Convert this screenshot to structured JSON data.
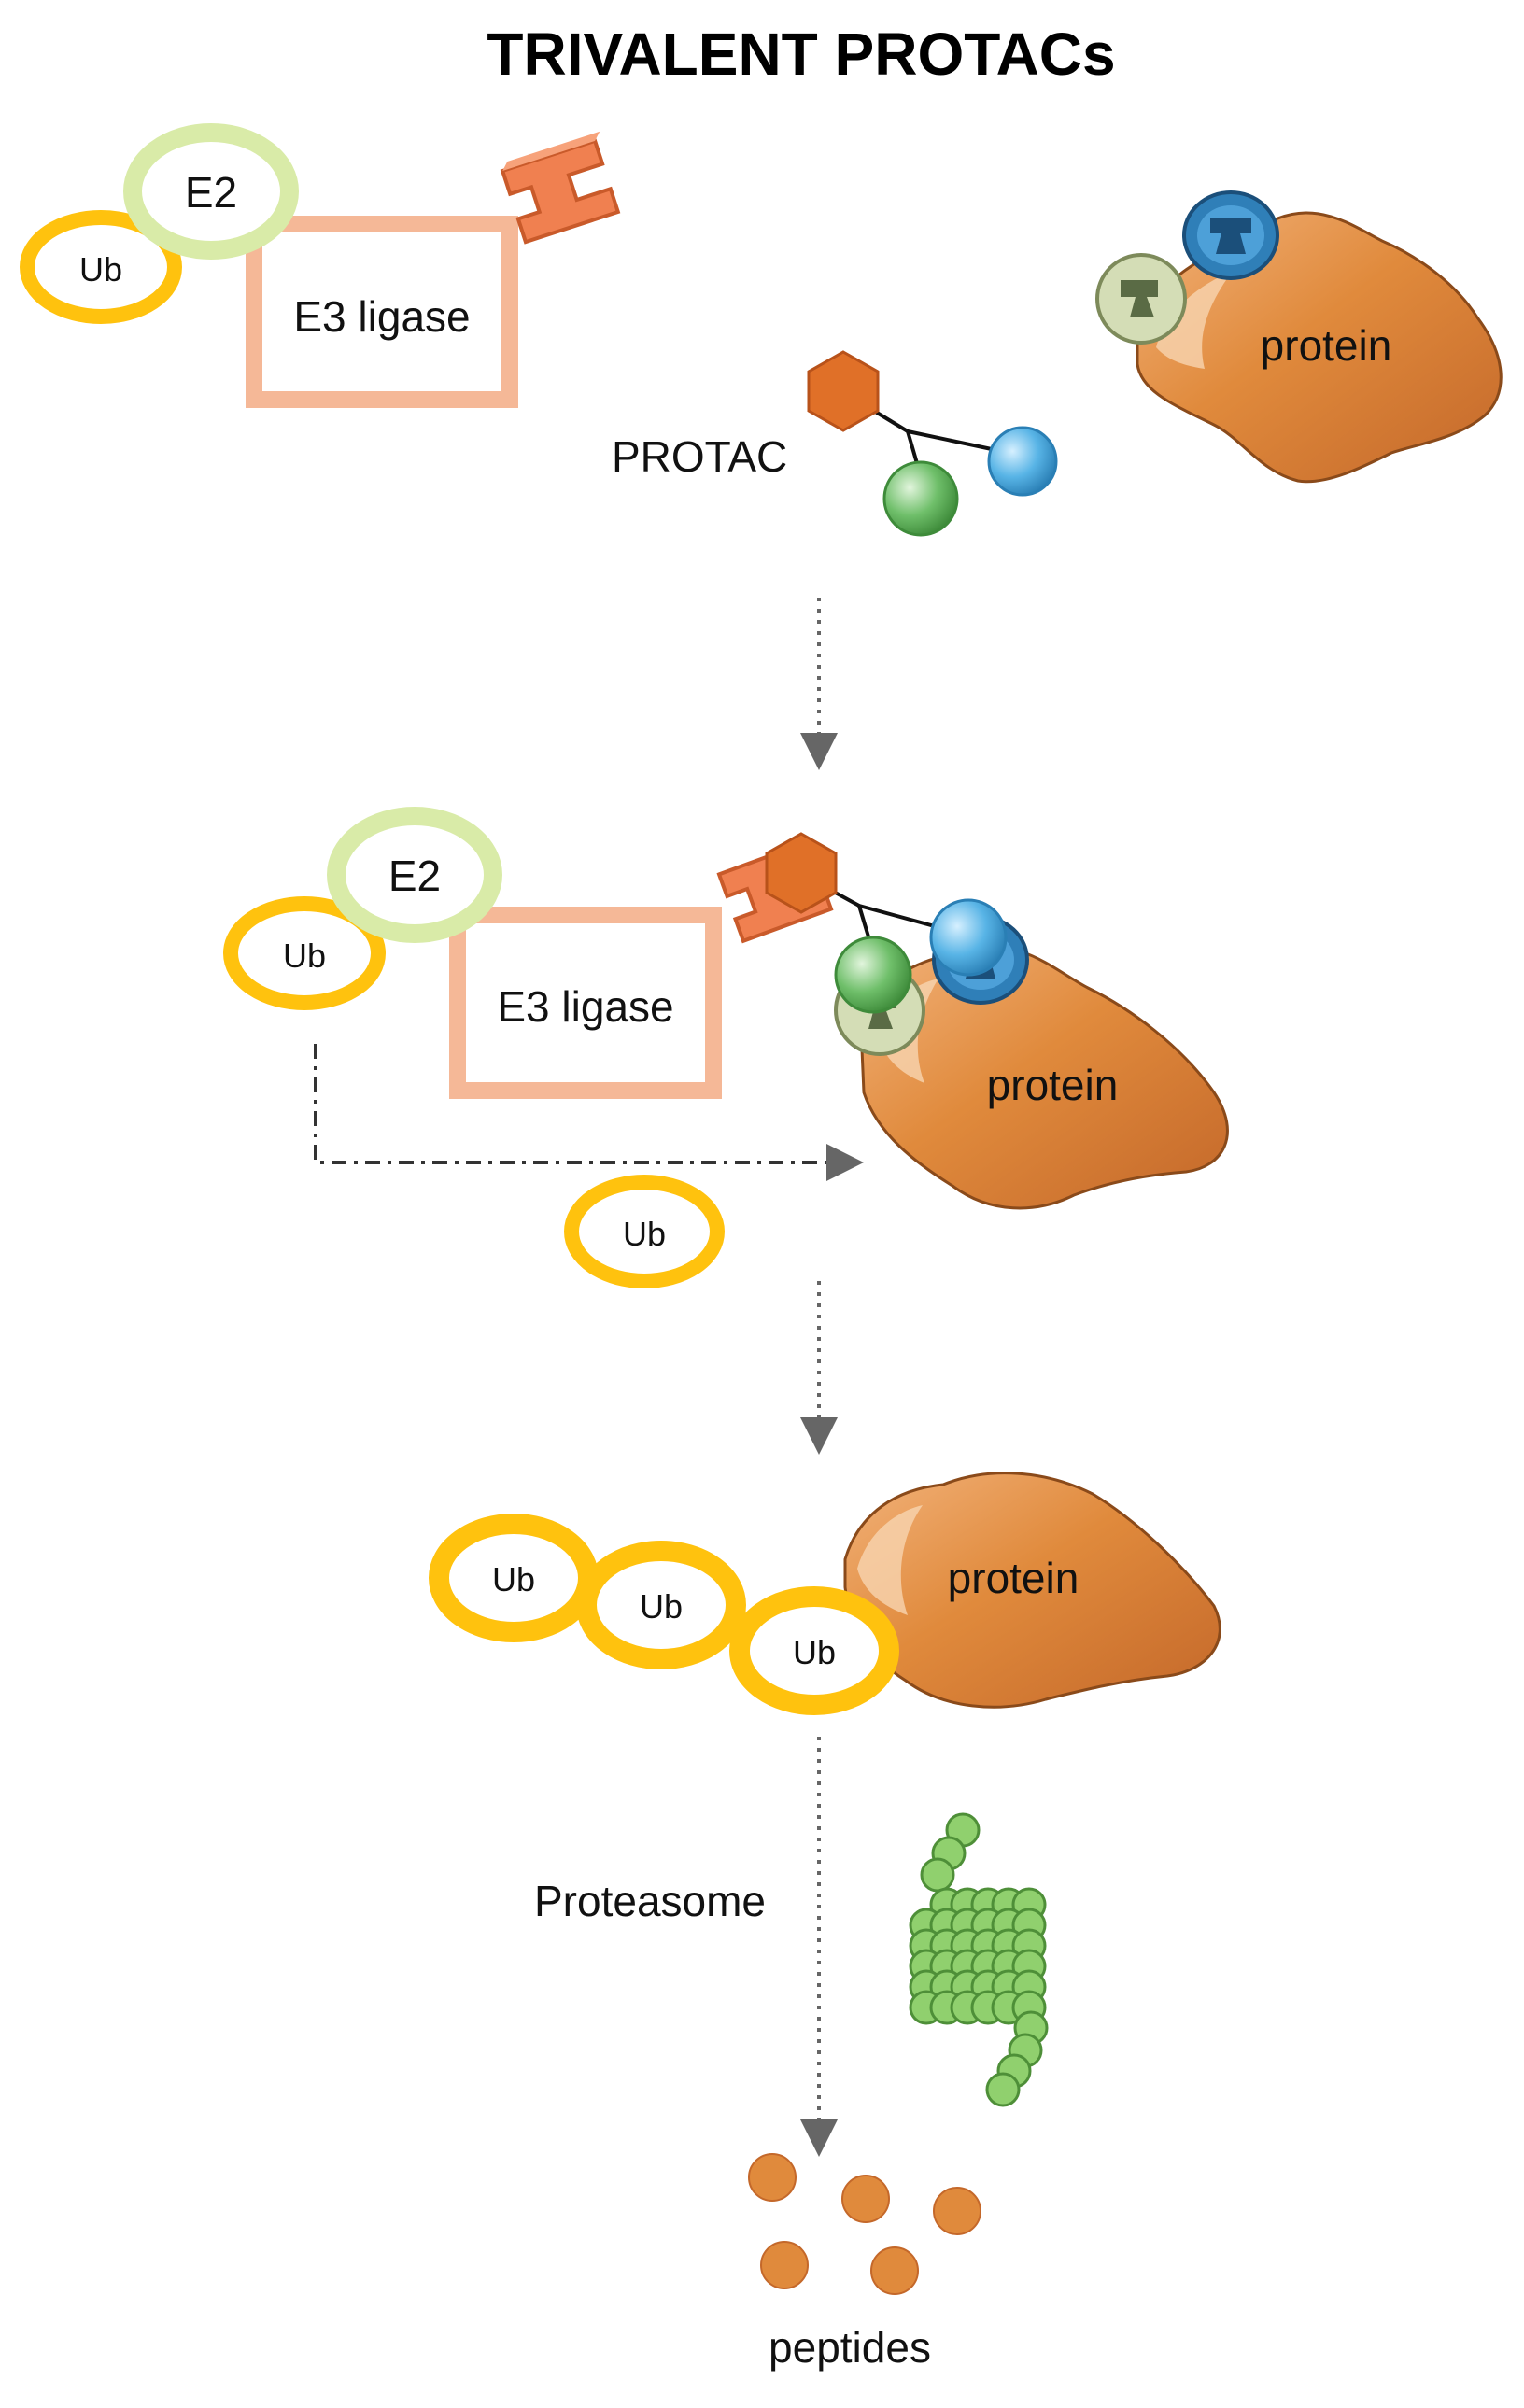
{
  "title": "TRIVALENT PROTACs",
  "labels": {
    "e2": "E2",
    "ub": "Ub",
    "e3": "E3 ligase",
    "protein": "protein",
    "protac": "PROTAC",
    "proteasome": "Proteasome",
    "peptides": "peptides"
  },
  "colors": {
    "ub_ring": "#FFC20E",
    "e2_ring": "#D9EBA8",
    "e3_box": "#F5B897",
    "protein": "#E08A3C",
    "protein_dark": "#C4682A",
    "ligand_orange": "#E07028",
    "ligand_green": "#6FBF6A",
    "ligand_blue": "#58B4E6",
    "pocket_blue": "#2F7FB8",
    "pocket_green": "#D4DDB6",
    "proteasome_bead": "#90D06E",
    "peptide": "#E08A3C",
    "arrow": "#666666"
  },
  "icons": [
    "e3-ligand-binder-icon",
    "protein-pocket-icon",
    "proteasome-icon"
  ]
}
